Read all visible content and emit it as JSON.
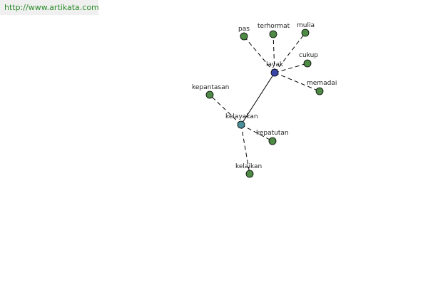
{
  "watermark": {
    "text": "http://www.artikata.com",
    "color": "#2a8a2a"
  },
  "colors": {
    "node_leaf": "#4e8a46",
    "node_hub_primary": "#3a45a8",
    "node_hub_secondary": "#4a8f9a",
    "edge": "#000000"
  },
  "diagram": {
    "nodes": [
      {
        "id": "layak",
        "label": "layak",
        "kind": "hub_primary"
      },
      {
        "id": "kelayakan",
        "label": "kelayakan",
        "kind": "hub_secondary"
      },
      {
        "id": "pas",
        "label": "pas",
        "kind": "leaf"
      },
      {
        "id": "terhormat",
        "label": "terhormat",
        "kind": "leaf"
      },
      {
        "id": "mulia",
        "label": "mulia",
        "kind": "leaf"
      },
      {
        "id": "cukup",
        "label": "cukup",
        "kind": "leaf"
      },
      {
        "id": "memadai",
        "label": "memadai",
        "kind": "leaf"
      },
      {
        "id": "kepantasan",
        "label": "kepantasan",
        "kind": "leaf"
      },
      {
        "id": "kepatutan",
        "label": "kepatutan",
        "kind": "leaf"
      },
      {
        "id": "kelaikan",
        "label": "kelaikan",
        "kind": "leaf"
      }
    ],
    "edges": [
      {
        "from": "layak",
        "to": "kelayakan",
        "style": "solid"
      },
      {
        "from": "layak",
        "to": "pas",
        "style": "dashed"
      },
      {
        "from": "layak",
        "to": "terhormat",
        "style": "dashed"
      },
      {
        "from": "layak",
        "to": "mulia",
        "style": "dashed"
      },
      {
        "from": "layak",
        "to": "cukup",
        "style": "dashed"
      },
      {
        "from": "layak",
        "to": "memadai",
        "style": "dashed"
      },
      {
        "from": "kelayakan",
        "to": "kepantasan",
        "style": "dashed"
      },
      {
        "from": "kelayakan",
        "to": "kepatutan",
        "style": "dashed"
      },
      {
        "from": "kelayakan",
        "to": "kelaikan",
        "style": "dashed"
      }
    ]
  }
}
